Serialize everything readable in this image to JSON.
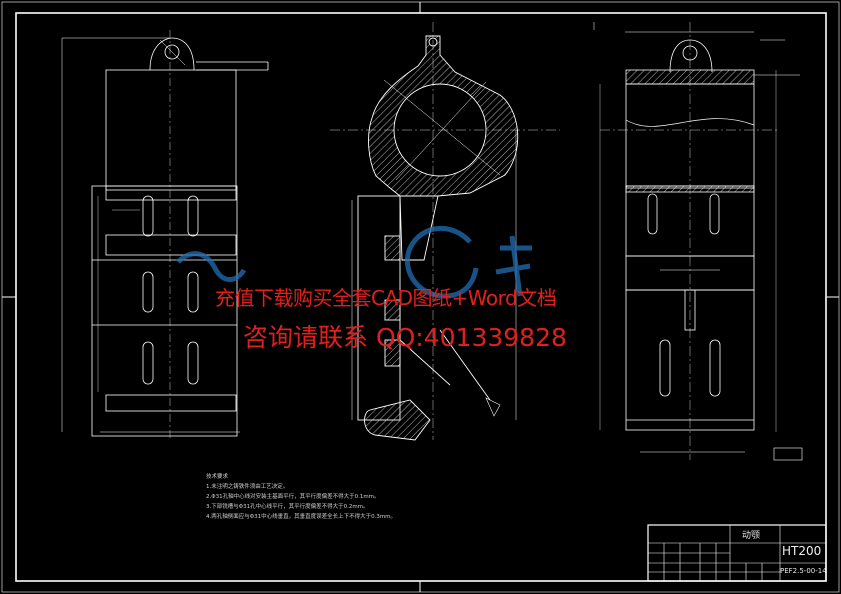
{
  "watermark": {
    "line1": "充值下载购买全套CAD图纸+Word文档",
    "line2": "咨询请联系 QQ:401339828"
  },
  "tech_requirements": {
    "title": "技术要求",
    "items": [
      "1.未注明之铸铁件须由工艺决定。",
      "2.Φ31孔轴中心线对安装主基面平行，其平行度偏差不得大于0.1mm。",
      "3.下部铣槽与Φ31孔中心线平行，其平行度偏差不得大于0.2mm。",
      "4.两孔轴侧面应与Φ31中心线垂直，其垂直度误差全长上下不得大于0.3mm。"
    ]
  },
  "title_block": {
    "part_name": "动颚",
    "material": "HT200",
    "drawing_code": "PEF2.5-00-14"
  },
  "colors": {
    "background": "#000000",
    "lines": "#ffffff",
    "watermark": "#e0201c",
    "logo": "#1f6fb4"
  }
}
